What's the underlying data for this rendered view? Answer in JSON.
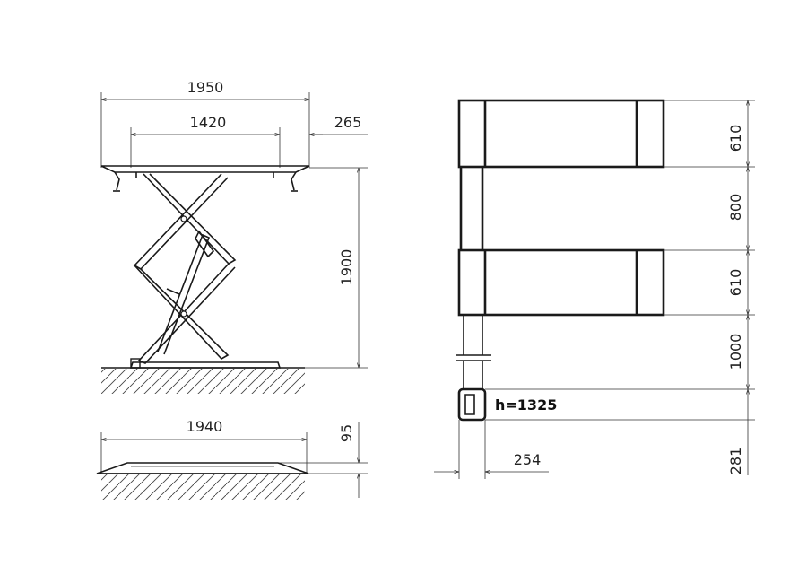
{
  "dimensions": {
    "platform_total_width": "1950",
    "platform_inner_width": "1420",
    "platform_offset": "265",
    "max_lift_height": "1900",
    "base_length": "1940",
    "base_height": "95",
    "platform_width_top": "610",
    "platform_gap": "800",
    "platform_width_bottom": "610",
    "hose_length": "1000",
    "control_height": "h=1325",
    "control_offset": "281",
    "control_width": "254"
  },
  "colors": {
    "line": "#1a1a1a",
    "background": "#ffffff"
  }
}
